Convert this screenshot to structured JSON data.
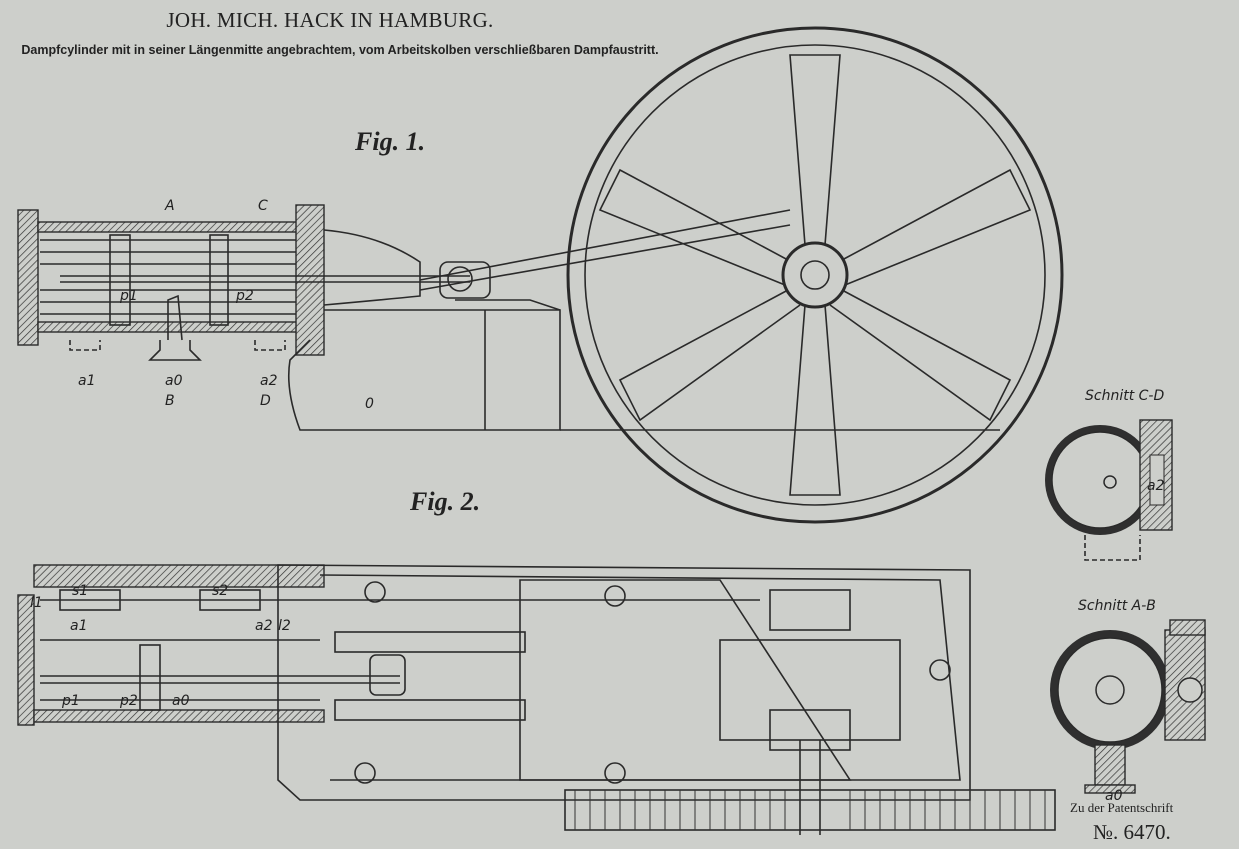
{
  "header": {
    "title": "JOH. MICH. HACK IN HAMBURG.",
    "subtitle": "Dampfcylinder mit in seiner Längenmitte angebrachtem, vom Arbeitskolben verschließbaren Dampfaustritt."
  },
  "figures": {
    "fig1": {
      "label": "Fig. 1.",
      "parts": {
        "A": "A",
        "C": "C",
        "p1": "p1",
        "p2": "p2",
        "a1": "a1",
        "a0": "a0",
        "B": "B",
        "a2": "a2",
        "D": "D",
        "O": "0"
      }
    },
    "fig2": {
      "label": "Fig. 2.",
      "parts": {
        "s1": "s1",
        "s2": "s2",
        "l1": "l1",
        "a1": "a1",
        "a2": "a2",
        "l2": "l2",
        "p1": "p1",
        "p2": "p2",
        "a0": "a0"
      }
    },
    "section_cd": {
      "label": "Schnitt C-D",
      "part": "a2"
    },
    "section_ab": {
      "label": "Schnitt A-B",
      "part": "a0"
    }
  },
  "footer": {
    "note": "Zu der Patentschrift",
    "patent_number": "№. 6470."
  }
}
